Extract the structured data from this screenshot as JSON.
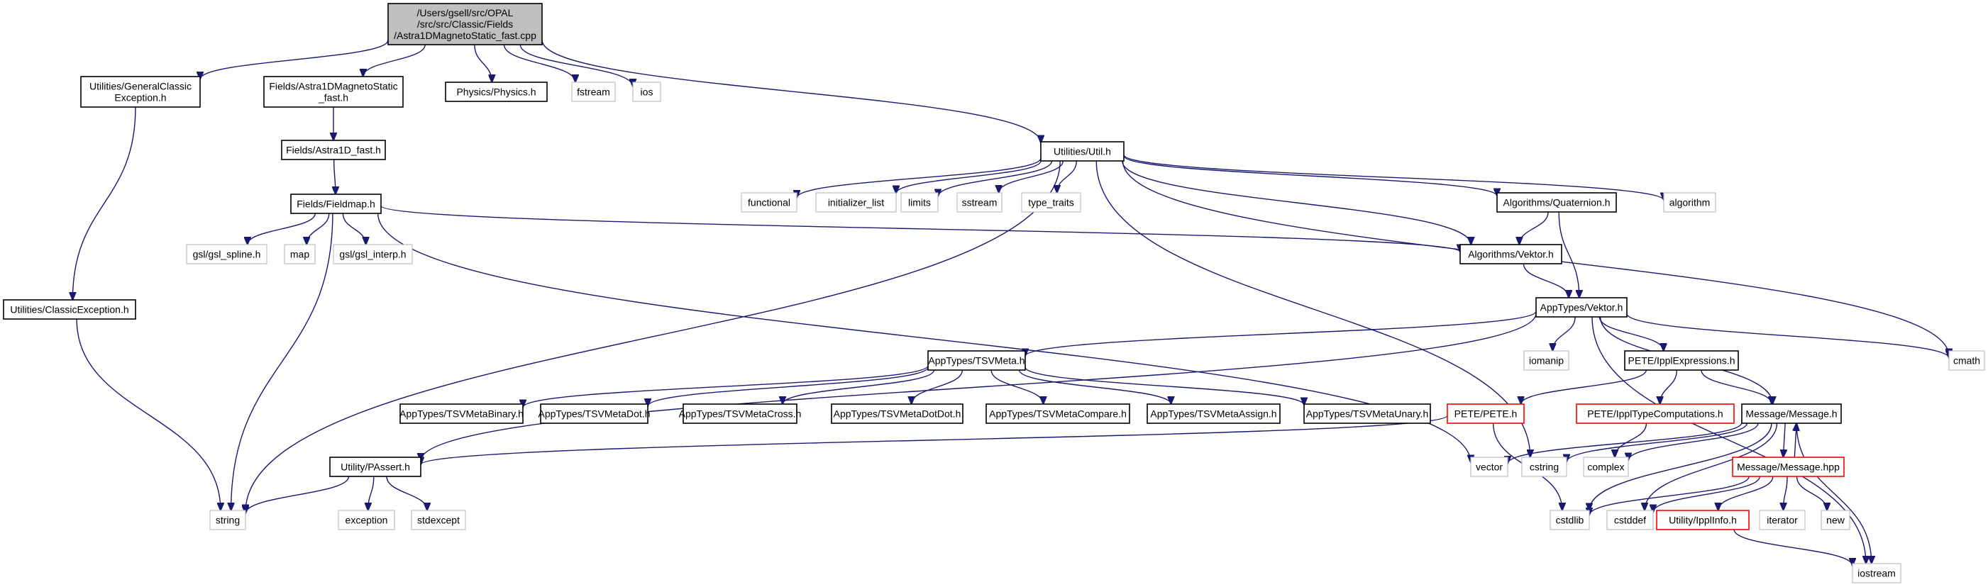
{
  "colors": {
    "edge": "#191970",
    "root_fill": "#bfbfbf",
    "node_border": "#000000",
    "system_border": "#bfbfbf",
    "incomplete_border": "#ff0000"
  },
  "nodes": [
    {
      "id": "root",
      "kind": "root",
      "lines": [
        "/Users/gsell/src/OPAL",
        "/src/src/Classic/Fields",
        "/Astra1DMagnetoStatic_fast.cpp"
      ]
    },
    {
      "id": "general_classic_exception",
      "kind": "normal",
      "lines": [
        "Utilities/GeneralClassic",
        "Exception.h"
      ]
    },
    {
      "id": "astra1d_magnetostatic_fast",
      "kind": "normal",
      "lines": [
        "Fields/Astra1DMagnetoStatic",
        "_fast.h"
      ]
    },
    {
      "id": "physics",
      "kind": "normal",
      "lines": [
        "Physics/Physics.h"
      ]
    },
    {
      "id": "fstream",
      "kind": "system",
      "lines": [
        "fstream"
      ]
    },
    {
      "id": "ios",
      "kind": "system",
      "lines": [
        "ios"
      ]
    },
    {
      "id": "util",
      "kind": "normal",
      "lines": [
        "Utilities/Util.h"
      ]
    },
    {
      "id": "astra1d_fast",
      "kind": "normal",
      "lines": [
        "Fields/Astra1D_fast.h"
      ]
    },
    {
      "id": "classic_exception",
      "kind": "normal",
      "lines": [
        "Utilities/ClassicException.h"
      ]
    },
    {
      "id": "fieldmap",
      "kind": "normal",
      "lines": [
        "Fields/Fieldmap.h"
      ]
    },
    {
      "id": "functional",
      "kind": "system",
      "lines": [
        "functional"
      ]
    },
    {
      "id": "initializer_list",
      "kind": "system",
      "lines": [
        "initializer_list"
      ]
    },
    {
      "id": "limits",
      "kind": "system",
      "lines": [
        "limits"
      ]
    },
    {
      "id": "sstream",
      "kind": "system",
      "lines": [
        "sstream"
      ]
    },
    {
      "id": "type_traits",
      "kind": "system",
      "lines": [
        "type_traits"
      ]
    },
    {
      "id": "quaternion",
      "kind": "normal",
      "lines": [
        "Algorithms/Quaternion.h"
      ]
    },
    {
      "id": "algorithm",
      "kind": "system",
      "lines": [
        "algorithm"
      ]
    },
    {
      "id": "gsl_spline",
      "kind": "system",
      "lines": [
        "gsl/gsl_spline.h"
      ]
    },
    {
      "id": "map",
      "kind": "system",
      "lines": [
        "map"
      ]
    },
    {
      "id": "gsl_interp",
      "kind": "system",
      "lines": [
        "gsl/gsl_interp.h"
      ]
    },
    {
      "id": "algo_vektor",
      "kind": "normal",
      "lines": [
        "Algorithms/Vektor.h"
      ]
    },
    {
      "id": "apptypes_vektor",
      "kind": "normal",
      "lines": [
        "AppTypes/Vektor.h"
      ]
    },
    {
      "id": "cmath",
      "kind": "system",
      "lines": [
        "cmath"
      ]
    },
    {
      "id": "iomanip",
      "kind": "system",
      "lines": [
        "iomanip"
      ]
    },
    {
      "id": "ippl_expressions",
      "kind": "normal",
      "lines": [
        "PETE/IpplExpressions.h"
      ]
    },
    {
      "id": "tsvmeta",
      "kind": "normal",
      "lines": [
        "AppTypes/TSVMeta.h"
      ]
    },
    {
      "id": "tsvmeta_binary",
      "kind": "normal",
      "lines": [
        "AppTypes/TSVMetaBinary.h"
      ]
    },
    {
      "id": "tsvmeta_dot",
      "kind": "normal",
      "lines": [
        "AppTypes/TSVMetaDot.h"
      ]
    },
    {
      "id": "tsvmeta_cross",
      "kind": "normal",
      "lines": [
        "AppTypes/TSVMetaCross.h"
      ]
    },
    {
      "id": "tsvmeta_dotdot",
      "kind": "normal",
      "lines": [
        "AppTypes/TSVMetaDotDot.h"
      ]
    },
    {
      "id": "tsvmeta_compare",
      "kind": "normal",
      "lines": [
        "AppTypes/TSVMetaCompare.h"
      ]
    },
    {
      "id": "tsvmeta_assign",
      "kind": "normal",
      "lines": [
        "AppTypes/TSVMetaAssign.h"
      ]
    },
    {
      "id": "tsvmeta_unary",
      "kind": "normal",
      "lines": [
        "AppTypes/TSVMetaUnary.h"
      ]
    },
    {
      "id": "pete",
      "kind": "incomplete",
      "lines": [
        "PETE/PETE.h"
      ]
    },
    {
      "id": "ippl_type_comp",
      "kind": "incomplete",
      "lines": [
        "PETE/IpplTypeComputations.h"
      ]
    },
    {
      "id": "message_h",
      "kind": "normal",
      "lines": [
        "Message/Message.h"
      ]
    },
    {
      "id": "passert",
      "kind": "normal",
      "lines": [
        "Utility/PAssert.h"
      ]
    },
    {
      "id": "vector",
      "kind": "system",
      "lines": [
        "vector"
      ]
    },
    {
      "id": "cstring",
      "kind": "system",
      "lines": [
        "cstring"
      ]
    },
    {
      "id": "complex",
      "kind": "system",
      "lines": [
        "complex"
      ]
    },
    {
      "id": "message_hpp",
      "kind": "incomplete",
      "lines": [
        "Message/Message.hpp"
      ]
    },
    {
      "id": "string",
      "kind": "system",
      "lines": [
        "string"
      ]
    },
    {
      "id": "exception",
      "kind": "system",
      "lines": [
        "exception"
      ]
    },
    {
      "id": "stdexcept",
      "kind": "system",
      "lines": [
        "stdexcept"
      ]
    },
    {
      "id": "cstdlib",
      "kind": "system",
      "lines": [
        "cstdlib"
      ]
    },
    {
      "id": "cstddef",
      "kind": "system",
      "lines": [
        "cstddef"
      ]
    },
    {
      "id": "ippl_info",
      "kind": "incomplete",
      "lines": [
        "Utility/IpplInfo.h"
      ]
    },
    {
      "id": "iterator",
      "kind": "system",
      "lines": [
        "iterator"
      ]
    },
    {
      "id": "new",
      "kind": "system",
      "lines": [
        "new"
      ]
    },
    {
      "id": "iostream",
      "kind": "system",
      "lines": [
        "iostream"
      ]
    }
  ],
  "edges": [
    [
      "root",
      "general_classic_exception"
    ],
    [
      "root",
      "astra1d_magnetostatic_fast"
    ],
    [
      "root",
      "physics"
    ],
    [
      "root",
      "fstream"
    ],
    [
      "root",
      "ios"
    ],
    [
      "root",
      "util"
    ],
    [
      "general_classic_exception",
      "classic_exception"
    ],
    [
      "astra1d_magnetostatic_fast",
      "astra1d_fast"
    ],
    [
      "astra1d_fast",
      "fieldmap"
    ],
    [
      "classic_exception",
      "string"
    ],
    [
      "fieldmap",
      "gsl_spline"
    ],
    [
      "fieldmap",
      "map"
    ],
    [
      "fieldmap",
      "gsl_interp"
    ],
    [
      "fieldmap",
      "string"
    ],
    [
      "fieldmap",
      "vector"
    ],
    [
      "fieldmap",
      "algo_vektor"
    ],
    [
      "util",
      "functional"
    ],
    [
      "util",
      "initializer_list"
    ],
    [
      "util",
      "limits"
    ],
    [
      "util",
      "sstream"
    ],
    [
      "util",
      "type_traits"
    ],
    [
      "util",
      "quaternion"
    ],
    [
      "util",
      "algorithm"
    ],
    [
      "util",
      "algo_vektor"
    ],
    [
      "util",
      "cmath"
    ],
    [
      "util",
      "string"
    ],
    [
      "util",
      "cstring"
    ],
    [
      "quaternion",
      "algo_vektor"
    ],
    [
      "quaternion",
      "apptypes_vektor"
    ],
    [
      "algo_vektor",
      "apptypes_vektor"
    ],
    [
      "apptypes_vektor",
      "tsvmeta"
    ],
    [
      "apptypes_vektor",
      "iomanip"
    ],
    [
      "apptypes_vektor",
      "ippl_expressions"
    ],
    [
      "apptypes_vektor",
      "message_h"
    ],
    [
      "apptypes_vektor",
      "cmath"
    ],
    [
      "apptypes_vektor",
      "passert"
    ],
    [
      "apptypes_vektor",
      "iostream"
    ],
    [
      "tsvmeta",
      "tsvmeta_binary"
    ],
    [
      "tsvmeta",
      "tsvmeta_dot"
    ],
    [
      "tsvmeta",
      "tsvmeta_cross"
    ],
    [
      "tsvmeta",
      "tsvmeta_dotdot"
    ],
    [
      "tsvmeta",
      "tsvmeta_compare"
    ],
    [
      "tsvmeta",
      "tsvmeta_assign"
    ],
    [
      "tsvmeta",
      "tsvmeta_unary"
    ],
    [
      "ippl_expressions",
      "pete"
    ],
    [
      "ippl_expressions",
      "ippl_type_comp"
    ],
    [
      "ippl_expressions",
      "message_h"
    ],
    [
      "pete",
      "passert"
    ],
    [
      "pete",
      "cstdlib"
    ],
    [
      "ippl_type_comp",
      "complex"
    ],
    [
      "passert",
      "string"
    ],
    [
      "passert",
      "exception"
    ],
    [
      "passert",
      "stdexcept"
    ],
    [
      "message_h",
      "vector"
    ],
    [
      "message_h",
      "cstring"
    ],
    [
      "message_h",
      "complex"
    ],
    [
      "message_h",
      "cstdlib"
    ],
    [
      "message_h",
      "cstddef"
    ],
    [
      "message_h",
      "message_hpp"
    ],
    [
      "message_h",
      "iostream"
    ],
    [
      "message_hpp",
      "message_h"
    ],
    [
      "message_hpp",
      "cstdlib"
    ],
    [
      "message_hpp",
      "cstddef"
    ],
    [
      "message_hpp",
      "ippl_info"
    ],
    [
      "message_hpp",
      "iterator"
    ],
    [
      "message_hpp",
      "new"
    ],
    [
      "ippl_info",
      "iostream"
    ]
  ]
}
